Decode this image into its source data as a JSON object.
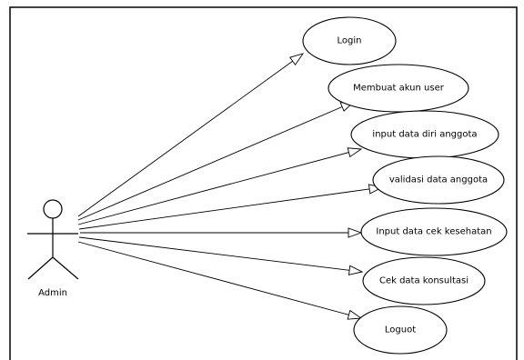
{
  "actor": {
    "name": "Admin"
  },
  "use_cases": [
    {
      "id": "login",
      "label": "Login"
    },
    {
      "id": "membuat-akun-user",
      "label": "Membuat akun user"
    },
    {
      "id": "input-data-diri-anggota",
      "label": "input data diri anggota"
    },
    {
      "id": "validasi-data-anggota",
      "label": "validasi data anggota"
    },
    {
      "id": "input-data-cek-kesehatan",
      "label": "Input data cek kesehatan"
    },
    {
      "id": "cek-data-konsultasi",
      "label": "Cek data konsultasi"
    },
    {
      "id": "loguot",
      "label": "Loguot"
    }
  ]
}
